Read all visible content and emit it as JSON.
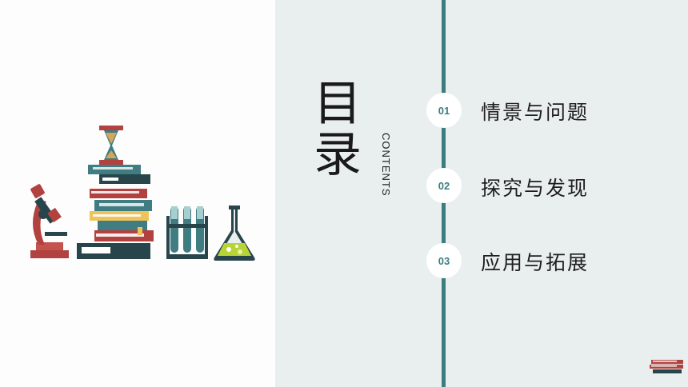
{
  "toc": {
    "title_line1": "目",
    "title_line2": "录",
    "subtitle": "CONTENTS",
    "items": [
      {
        "number": "01",
        "label": "情景与问题"
      },
      {
        "number": "02",
        "label": "探究与发现"
      },
      {
        "number": "03",
        "label": "应用与拓展"
      }
    ]
  },
  "colors": {
    "accent": "#3c7e80",
    "right_background": "#e9efee",
    "left_background": "#fdfdfd"
  },
  "icons": [
    "microscope-icon",
    "hourglass-icon",
    "book-stack-icon",
    "test-tube-rack-icon",
    "flask-icon",
    "small-books-icon"
  ]
}
